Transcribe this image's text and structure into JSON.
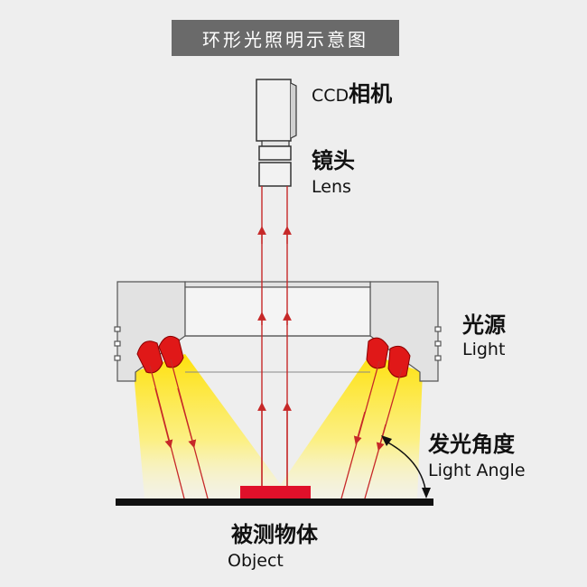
{
  "title": "环形光照明示意图",
  "labels": {
    "camera_prefix": "CCD",
    "camera_cn": "相机",
    "lens_cn": "镜头",
    "lens_en": "Lens",
    "light_cn": "光源",
    "light_en": "Light",
    "angle_cn": "发光角度",
    "angle_en": "Light Angle",
    "object_cn": "被测物体",
    "object_en": "Object"
  },
  "colors": {
    "beam": "#c62828",
    "led": "#e01818",
    "light_glow": "#ffe000",
    "ring_body": "#e2e2e2",
    "ring_window": "#f4f4f4",
    "camera_body": "#f0f0f0",
    "object": "#e0102a",
    "base": "#111111",
    "title_bg": "#6a6a6a"
  }
}
